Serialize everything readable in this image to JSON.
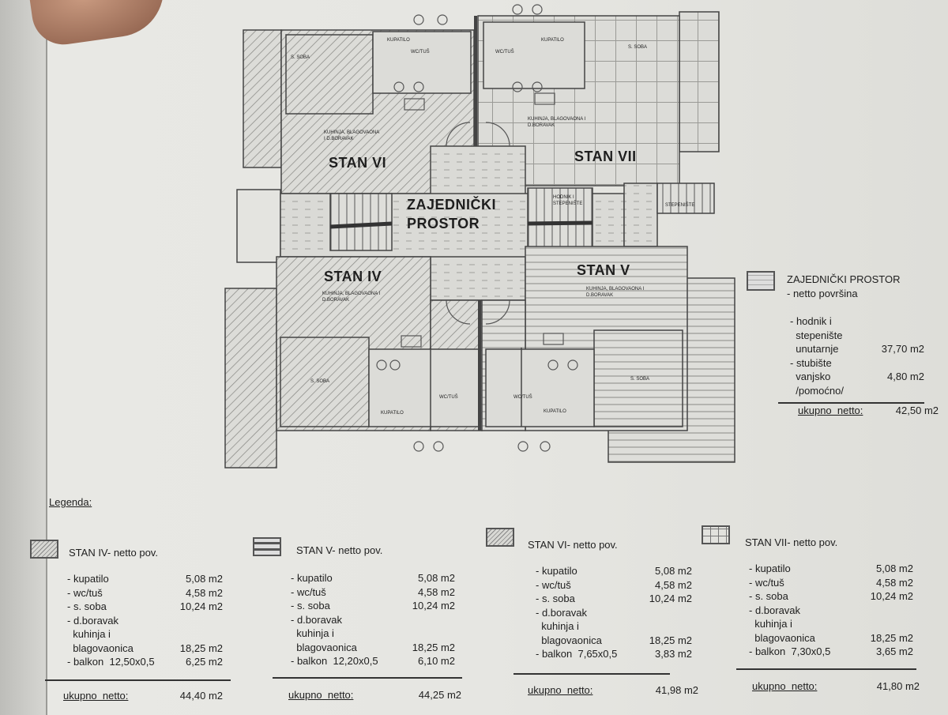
{
  "plan": {
    "units": [
      {
        "id": "vi",
        "name": "STAN VI",
        "room_kitchen": "KUHINJA, BLAGOVAONA I D.BORAVAK",
        "room_bedroom": "S. SOBA",
        "room_bath": "KUPATILO",
        "room_wc": "WC/TUŠ"
      },
      {
        "id": "vii",
        "name": "STAN VII",
        "room_kitchen": "KUHINJA, BLAGOVAONA I D.BORAVAK",
        "room_bedroom": "S. SOBA",
        "room_bath": "KUPATILO",
        "room_wc": "WC/TUŠ"
      },
      {
        "id": "iv",
        "name": "STAN IV",
        "room_kitchen": "KUHINJA, BLAGOVAONA I D.BORAVAK",
        "room_bedroom": "S. SOBA",
        "room_bath": "KUPATILO",
        "room_wc": "WC/TUŠ"
      },
      {
        "id": "v",
        "name": "STAN V",
        "room_kitchen": "KUHINJA, BLAGOVAONA I D.BORAVAK",
        "room_bedroom": "S. SOBA",
        "room_bath": "KUPATILO",
        "room_wc": "WC/TUŠ"
      }
    ],
    "common_line1": "ZAJEDNIČKI",
    "common_line2": "PROSTOR",
    "hall_stairs": "HODNIK I STEPENIŠTE",
    "stairs": "STEPENIŠTE"
  },
  "legend": {
    "heading": "Legenda:",
    "units": [
      {
        "title": "STAN  IV- netto pov.",
        "pattern": "diagonal",
        "rows": [
          {
            "label": "- kupatilo",
            "value": "5,08 m2"
          },
          {
            "label": "- wc/tuš",
            "value": "4,58 m2"
          },
          {
            "label": "- s. soba",
            "value": "10,24 m2"
          },
          {
            "label": "- d.boravak",
            "value": ""
          },
          {
            "label": "  kuhinja i",
            "value": ""
          },
          {
            "label": "  blagovaonica",
            "value": "18,25 m2"
          },
          {
            "label": "- balkon  12,50x0,5",
            "value": "6,25 m2"
          }
        ],
        "total_label": "ukupno  netto:",
        "total_value": "44,40 m2"
      },
      {
        "title": "STAN  V- netto pov.",
        "pattern": "horizontal",
        "rows": [
          {
            "label": "- kupatilo",
            "value": "5,08 m2"
          },
          {
            "label": "- wc/tuš",
            "value": "4,58 m2"
          },
          {
            "label": "- s. soba",
            "value": "10,24 m2"
          },
          {
            "label": "- d.boravak",
            "value": ""
          },
          {
            "label": "  kuhinja i",
            "value": ""
          },
          {
            "label": "  blagovaonica",
            "value": "18,25 m2"
          },
          {
            "label": "- balkon  12,20x0,5",
            "value": "6,10 m2"
          }
        ],
        "total_label": "ukupno  netto:",
        "total_value": "44,25 m2"
      },
      {
        "title": "STAN  VI- netto pov.",
        "pattern": "diagonal",
        "rows": [
          {
            "label": "- kupatilo",
            "value": "5,08 m2"
          },
          {
            "label": "- wc/tuš",
            "value": "4,58 m2"
          },
          {
            "label": "- s. soba",
            "value": "10,24 m2"
          },
          {
            "label": "- d.boravak",
            "value": ""
          },
          {
            "label": "  kuhinja i",
            "value": ""
          },
          {
            "label": "  blagovaonica",
            "value": "18,25 m2"
          },
          {
            "label": "- balkon  7,65x0,5",
            "value": "3,83 m2"
          }
        ],
        "total_label": "ukupno  netto:",
        "total_value": "41,98 m2"
      },
      {
        "title": "STAN  VII- netto pov.",
        "pattern": "grid",
        "rows": [
          {
            "label": "- kupatilo",
            "value": "5,08 m2"
          },
          {
            "label": "- wc/tuš",
            "value": "4,58 m2"
          },
          {
            "label": "- s. soba",
            "value": "10,24 m2"
          },
          {
            "label": "- d.boravak",
            "value": ""
          },
          {
            "label": "  kuhinja i",
            "value": ""
          },
          {
            "label": "  blagovaonica",
            "value": "18,25 m2"
          },
          {
            "label": "- balkon  7,30x0,5",
            "value": "3,65 m2"
          }
        ],
        "total_label": "ukupno  netto:",
        "total_value": "41,80 m2"
      }
    ],
    "common": {
      "title": "ZAJEDNIČKI PROSTOR",
      "subtitle": "- netto površina",
      "rows": [
        {
          "label": "- hodnik i",
          "value": ""
        },
        {
          "label": "  stepenište",
          "value": ""
        },
        {
          "label": "  unutarnje",
          "value": "37,70 m2"
        },
        {
          "label": "- stubište",
          "value": ""
        },
        {
          "label": "  vanjsko",
          "value": "4,80 m2"
        },
        {
          "label": "  /pomoćno/",
          "value": ""
        }
      ],
      "total_label": "ukupno  netto:",
      "total_value": "42,50 m2"
    }
  }
}
